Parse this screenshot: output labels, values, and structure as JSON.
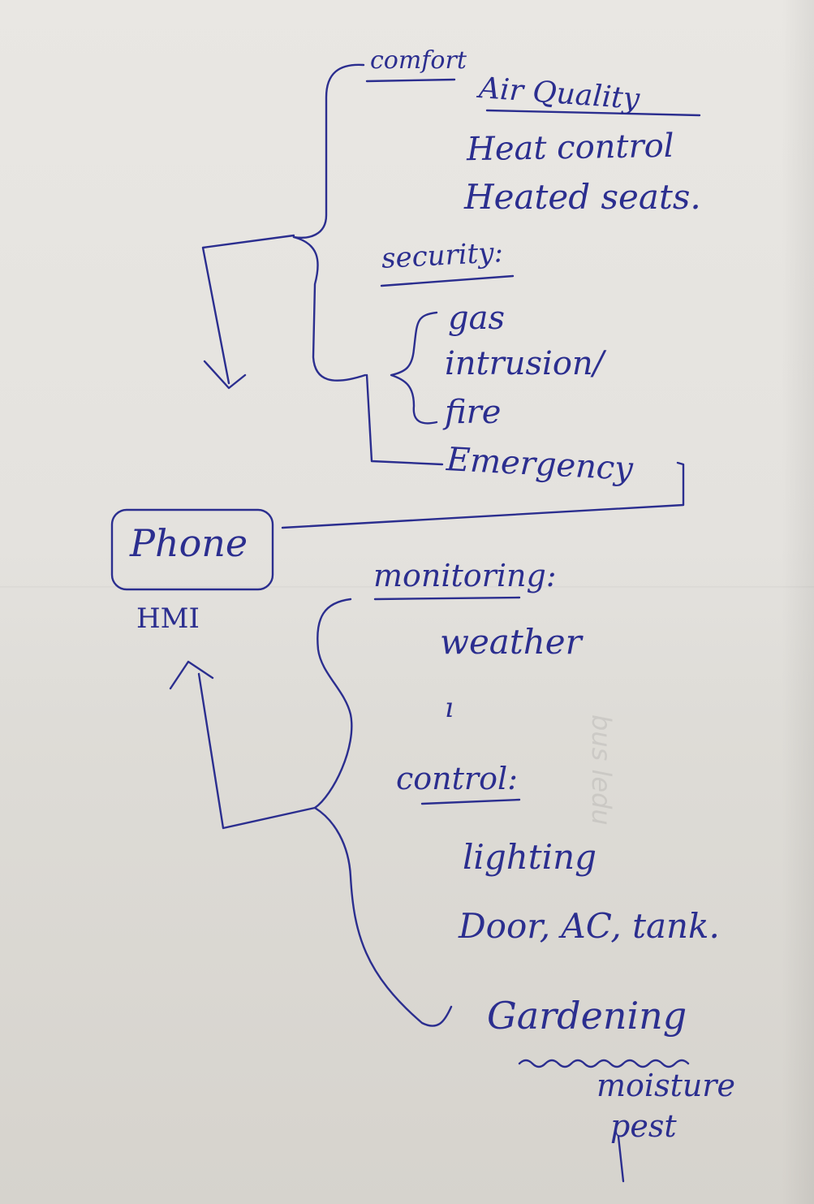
{
  "diagram": {
    "hub": {
      "box_label": "Phone",
      "caption": "HMI"
    },
    "branches": {
      "comfort": {
        "heading": "comfort",
        "items": [
          "Air Quality",
          "Heat control",
          "Heated seats."
        ]
      },
      "security": {
        "heading": "security:",
        "items": [
          "gas",
          "intrusion/",
          "fire",
          "Emergency"
        ]
      },
      "monitoring": {
        "heading": "monitoring:",
        "items": [
          "weather"
        ],
        "separator_mark": "ı"
      },
      "control": {
        "heading": "control:",
        "items": [
          "lighting",
          "Door, AC, tank."
        ]
      },
      "gardening": {
        "heading": "Gardening",
        "items": [
          "moisture",
          "pest"
        ]
      }
    },
    "ink_color": "#2b2e8f",
    "paper_color": "#e6e4e0"
  }
}
